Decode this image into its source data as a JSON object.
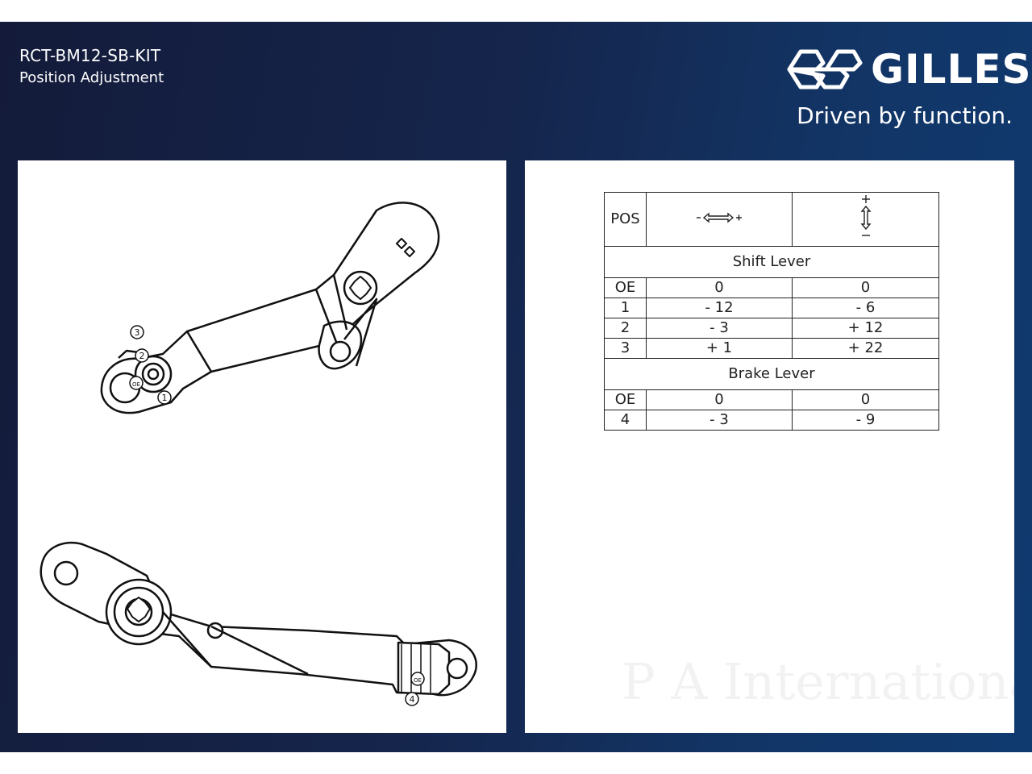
{
  "header": {
    "title": "RCT-BM12-SB-KIT",
    "subtitle": "Position Adjustment"
  },
  "brand": {
    "name": "GILLES",
    "tagline": "Driven by function."
  },
  "drawing": {
    "shift_callouts": [
      "3",
      "2",
      "OE",
      "1"
    ],
    "brake_callouts": [
      "OE",
      "4"
    ]
  },
  "table": {
    "header": {
      "pos_label": "POS",
      "horizontal_icon": "horizontal-adjust-arrows",
      "vertical_icon": "vertical-adjust-arrows"
    },
    "sections": [
      {
        "title": "Shift Lever",
        "rows": [
          {
            "pos": "OE",
            "h": "0",
            "v": "0"
          },
          {
            "pos": "1",
            "h": "- 12",
            "v": "- 6"
          },
          {
            "pos": "2",
            "h": "- 3",
            "v": "+ 12"
          },
          {
            "pos": "3",
            "h": "+ 1",
            "v": "+ 22"
          }
        ]
      },
      {
        "title": "Brake Lever",
        "rows": [
          {
            "pos": "OE",
            "h": "0",
            "v": "0"
          },
          {
            "pos": "4",
            "h": "- 3",
            "v": "- 9"
          }
        ]
      }
    ]
  },
  "watermark": "P A International"
}
